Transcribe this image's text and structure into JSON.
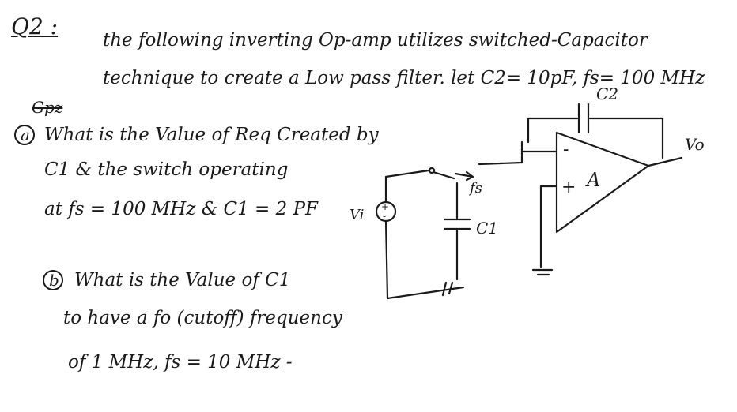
{
  "problem": {
    "number": "Q2 :",
    "intro_line1": "the following inverting Op-amp utilizes switched-Capacitor",
    "intro_line2": "technique to create a Low pass filter. let C2= 10pF, fs= 100 MHz",
    "scribble": "Gpz",
    "part_a": {
      "marker": "a",
      "line1": "What is the Value of Req Created by",
      "line2": "C1 & the switch operating",
      "line3": "at fs = 100 MHz & C1 = 2 PF"
    },
    "part_b": {
      "marker": "b",
      "line1": "What is the Value of C1",
      "line2": "to have a fo (cutoff) frequency",
      "line3": "of 1 MHz, fs = 10 MHz -"
    }
  },
  "circuit": {
    "c2_label": "C2",
    "vo_label": "Vo",
    "opamp_label": "A",
    "minus_sign": "-",
    "plus_sign": "+",
    "vi_label": "Vi",
    "fs_label": "fs",
    "c1_label": "C1",
    "source_plus": "+",
    "source_minus": "-"
  }
}
